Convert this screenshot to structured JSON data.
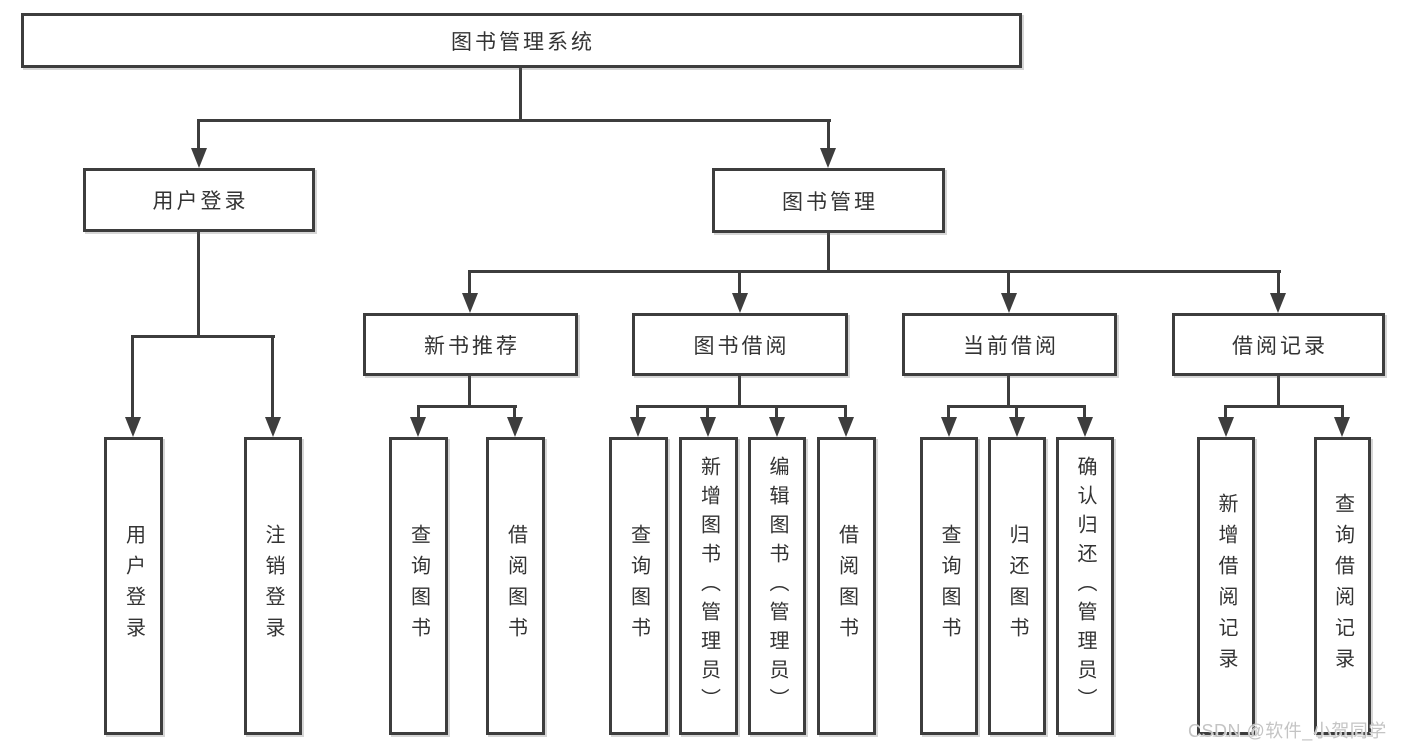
{
  "diagram": {
    "type": "tree",
    "title": "图书管理系统",
    "nodes": [
      {
        "id": "root",
        "label": "图书管理系统",
        "level": 1,
        "parent": null,
        "orientation": "horizontal"
      },
      {
        "id": "user-login",
        "label": "用户登录",
        "level": 2,
        "parent": "root",
        "orientation": "horizontal"
      },
      {
        "id": "book-mgmt",
        "label": "图书管理",
        "level": 2,
        "parent": "root",
        "orientation": "horizontal"
      },
      {
        "id": "new-book-rec",
        "label": "新书推荐",
        "level": 3,
        "parent": "book-mgmt",
        "orientation": "horizontal"
      },
      {
        "id": "book-borrow",
        "label": "图书借阅",
        "level": 3,
        "parent": "book-mgmt",
        "orientation": "horizontal"
      },
      {
        "id": "current-borrow",
        "label": "当前借阅",
        "level": 3,
        "parent": "book-mgmt",
        "orientation": "horizontal"
      },
      {
        "id": "borrow-record",
        "label": "借阅记录",
        "level": 3,
        "parent": "book-mgmt",
        "orientation": "horizontal"
      },
      {
        "id": "leaf-user-login",
        "label": "用户登录",
        "level": 4,
        "parent": "user-login",
        "orientation": "vertical"
      },
      {
        "id": "leaf-logout",
        "label": "注销登录",
        "level": 4,
        "parent": "user-login",
        "orientation": "vertical"
      },
      {
        "id": "leaf-query-book-1",
        "label": "查询图书",
        "level": 4,
        "parent": "new-book-rec",
        "orientation": "vertical"
      },
      {
        "id": "leaf-borrow-book-1",
        "label": "借阅图书",
        "level": 4,
        "parent": "new-book-rec",
        "orientation": "vertical"
      },
      {
        "id": "leaf-query-book-2",
        "label": "查询图书",
        "level": 4,
        "parent": "book-borrow",
        "orientation": "vertical"
      },
      {
        "id": "leaf-add-book",
        "label": "新增图书（管理员）",
        "level": 4,
        "parent": "book-borrow",
        "orientation": "vertical"
      },
      {
        "id": "leaf-edit-book",
        "label": "编辑图书（管理员）",
        "level": 4,
        "parent": "book-borrow",
        "orientation": "vertical"
      },
      {
        "id": "leaf-borrow-book-2",
        "label": "借阅图书",
        "level": 4,
        "parent": "book-borrow",
        "orientation": "vertical"
      },
      {
        "id": "leaf-query-book-3",
        "label": "查询图书",
        "level": 4,
        "parent": "current-borrow",
        "orientation": "vertical"
      },
      {
        "id": "leaf-return-book",
        "label": "归还图书",
        "level": 4,
        "parent": "current-borrow",
        "orientation": "vertical"
      },
      {
        "id": "leaf-confirm-return",
        "label": "确认归还（管理员）",
        "level": 4,
        "parent": "current-borrow",
        "orientation": "vertical"
      },
      {
        "id": "leaf-add-record",
        "label": "新增借阅记录",
        "level": 4,
        "parent": "borrow-record",
        "orientation": "vertical"
      },
      {
        "id": "leaf-query-record",
        "label": "查询借阅记录",
        "level": 4,
        "parent": "borrow-record",
        "orientation": "vertical"
      }
    ]
  },
  "colors": {
    "line": "#3d3d3d",
    "box_border": "#3d3d3d",
    "box_background": "#ffffff",
    "text": "#333333",
    "page_background": "#ffffff",
    "watermark": "#c4c4c4"
  },
  "watermark": {
    "text": "CSDN @软件_小贺同学"
  }
}
